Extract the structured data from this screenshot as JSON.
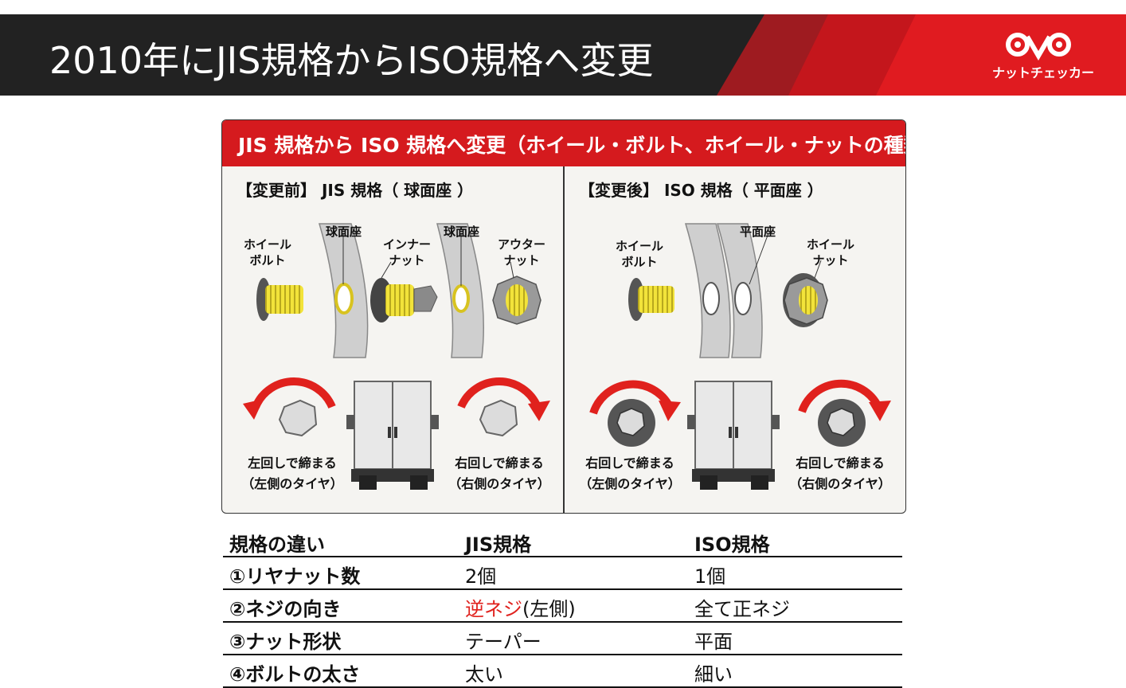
{
  "header": {
    "title": "2010年にJIS規格からISO規格へ変更",
    "logo_text": "ナットチェッカー"
  },
  "panel": {
    "title": "JIS 規格から ISO 規格へ変更（ホイール・ボルト、ホイール・ナットの種類）",
    "jis": {
      "title": "【変更前】 JIS 規格（ 球面座 ）",
      "labels": {
        "wheel_bolt_1": "ホイール",
        "wheel_bolt_2": "ボルト",
        "seat_a": "球面座",
        "inner_nut_1": "インナー",
        "inner_nut_2": "ナット",
        "seat_b": "球面座",
        "outer_nut_1": "アウター",
        "outer_nut_2": "ナット"
      },
      "left_caption_1": "左回しで締まる",
      "left_caption_2": "（左側のタイヤ）",
      "right_caption_1": "右回しで締まる",
      "right_caption_2": "（右側のタイヤ）"
    },
    "iso": {
      "title": "【変更後】 ISO 規格（ 平面座 ）",
      "labels": {
        "wheel_bolt_1": "ホイール",
        "wheel_bolt_2": "ボルト",
        "seat": "平面座",
        "wheel_nut_1": "ホイール",
        "wheel_nut_2": "ナット"
      },
      "left_caption_1": "右回しで締まる",
      "left_caption_2": "（左側のタイヤ）",
      "right_caption_1": "右回しで締まる",
      "right_caption_2": "（右側のタイヤ）"
    }
  },
  "table": {
    "headers": [
      "規格の違い",
      "JIS規格",
      "ISO規格"
    ],
    "rows": [
      {
        "item": "①リヤナット数",
        "jis": "2個",
        "iso": "1個"
      },
      {
        "item": "②ネジの向き",
        "jis_red": "逆ネジ",
        "jis_rest": "(左側)",
        "iso": "全て正ネジ"
      },
      {
        "item": "③ナット形状",
        "jis": "テーパー",
        "iso": "平面"
      },
      {
        "item": "④ボルトの太さ",
        "jis": "太い",
        "iso": "細い"
      }
    ]
  },
  "colors": {
    "header_dark": "#222222",
    "header_red": "#c4161c",
    "accent_red": "#d51a1e",
    "bolt_yellow": "#f2e33a"
  }
}
